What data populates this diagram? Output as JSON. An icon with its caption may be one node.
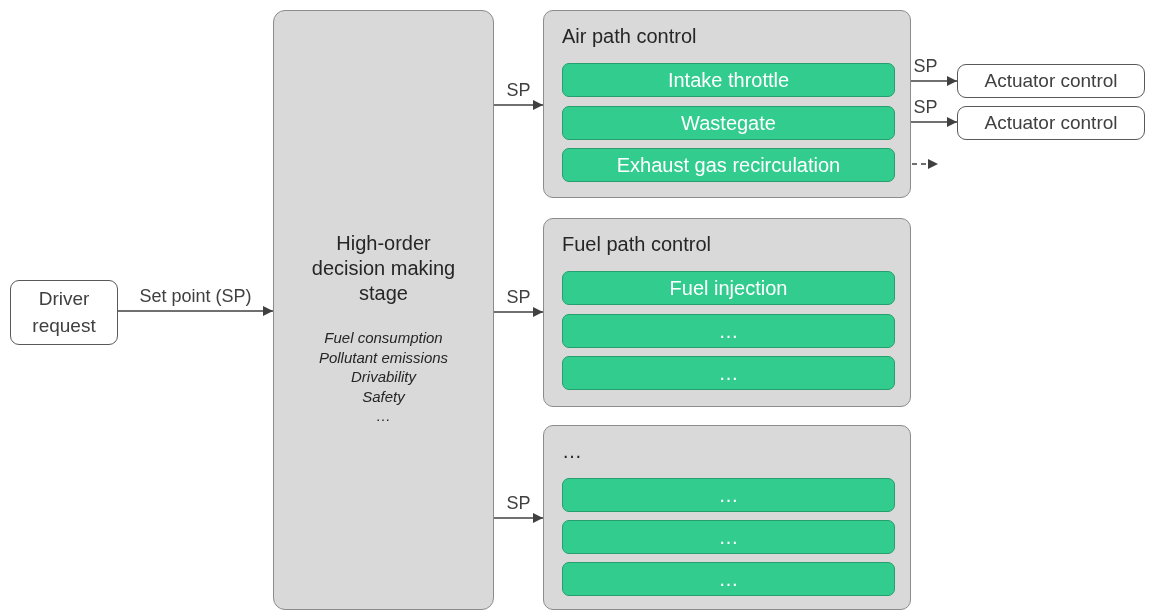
{
  "diagram": {
    "nodes": [
      {
        "text": [
          "Driver request"
        ]
      },
      {
        "text": [
          "High-order decision making stage",
          "Fuel consumption",
          "Pollutant emissions",
          "Drivability",
          "Safety",
          "…"
        ]
      },
      {
        "text": [
          "Air path control"
        ]
      },
      {
        "text": [
          "Intake throttle"
        ],
        "in": 2
      },
      {
        "text": [
          "Wastegate"
        ],
        "in": 2
      },
      {
        "text": [
          "Exhaust gas recirculation"
        ],
        "in": 2
      },
      {
        "text": [
          "Fuel path control"
        ]
      },
      {
        "text": [
          "Fuel injection"
        ],
        "in": 6
      },
      {
        "text": [
          "…"
        ],
        "in": 6
      },
      {
        "text": [
          "…"
        ],
        "in": 6
      },
      {
        "text": [
          "…"
        ]
      },
      {
        "text": [
          "…"
        ],
        "in": 10
      },
      {
        "text": [
          "…"
        ],
        "in": 10
      },
      {
        "text": [
          "…"
        ],
        "in": 10
      },
      {
        "text": [
          "Actuator control"
        ]
      },
      {
        "text": [
          "Actuator control"
        ]
      }
    ],
    "edges": [
      {
        "from": 0,
        "to": 1,
        "arrow": "to",
        "label": "Set point (SP)"
      },
      {
        "from": 1,
        "to": 2,
        "arrow": "to",
        "label": "SP"
      },
      {
        "from": 1,
        "to": 6,
        "arrow": "to",
        "label": "SP"
      },
      {
        "from": 1,
        "to": 10,
        "arrow": "to",
        "label": "SP"
      },
      {
        "from": 3,
        "to": 14,
        "arrow": "to",
        "label": "SP"
      },
      {
        "from": 4,
        "to": 15,
        "arrow": "to",
        "label": "SP"
      },
      {
        "from": 5,
        "to": null,
        "arrow": "to",
        "style": "dashed"
      }
    ]
  }
}
